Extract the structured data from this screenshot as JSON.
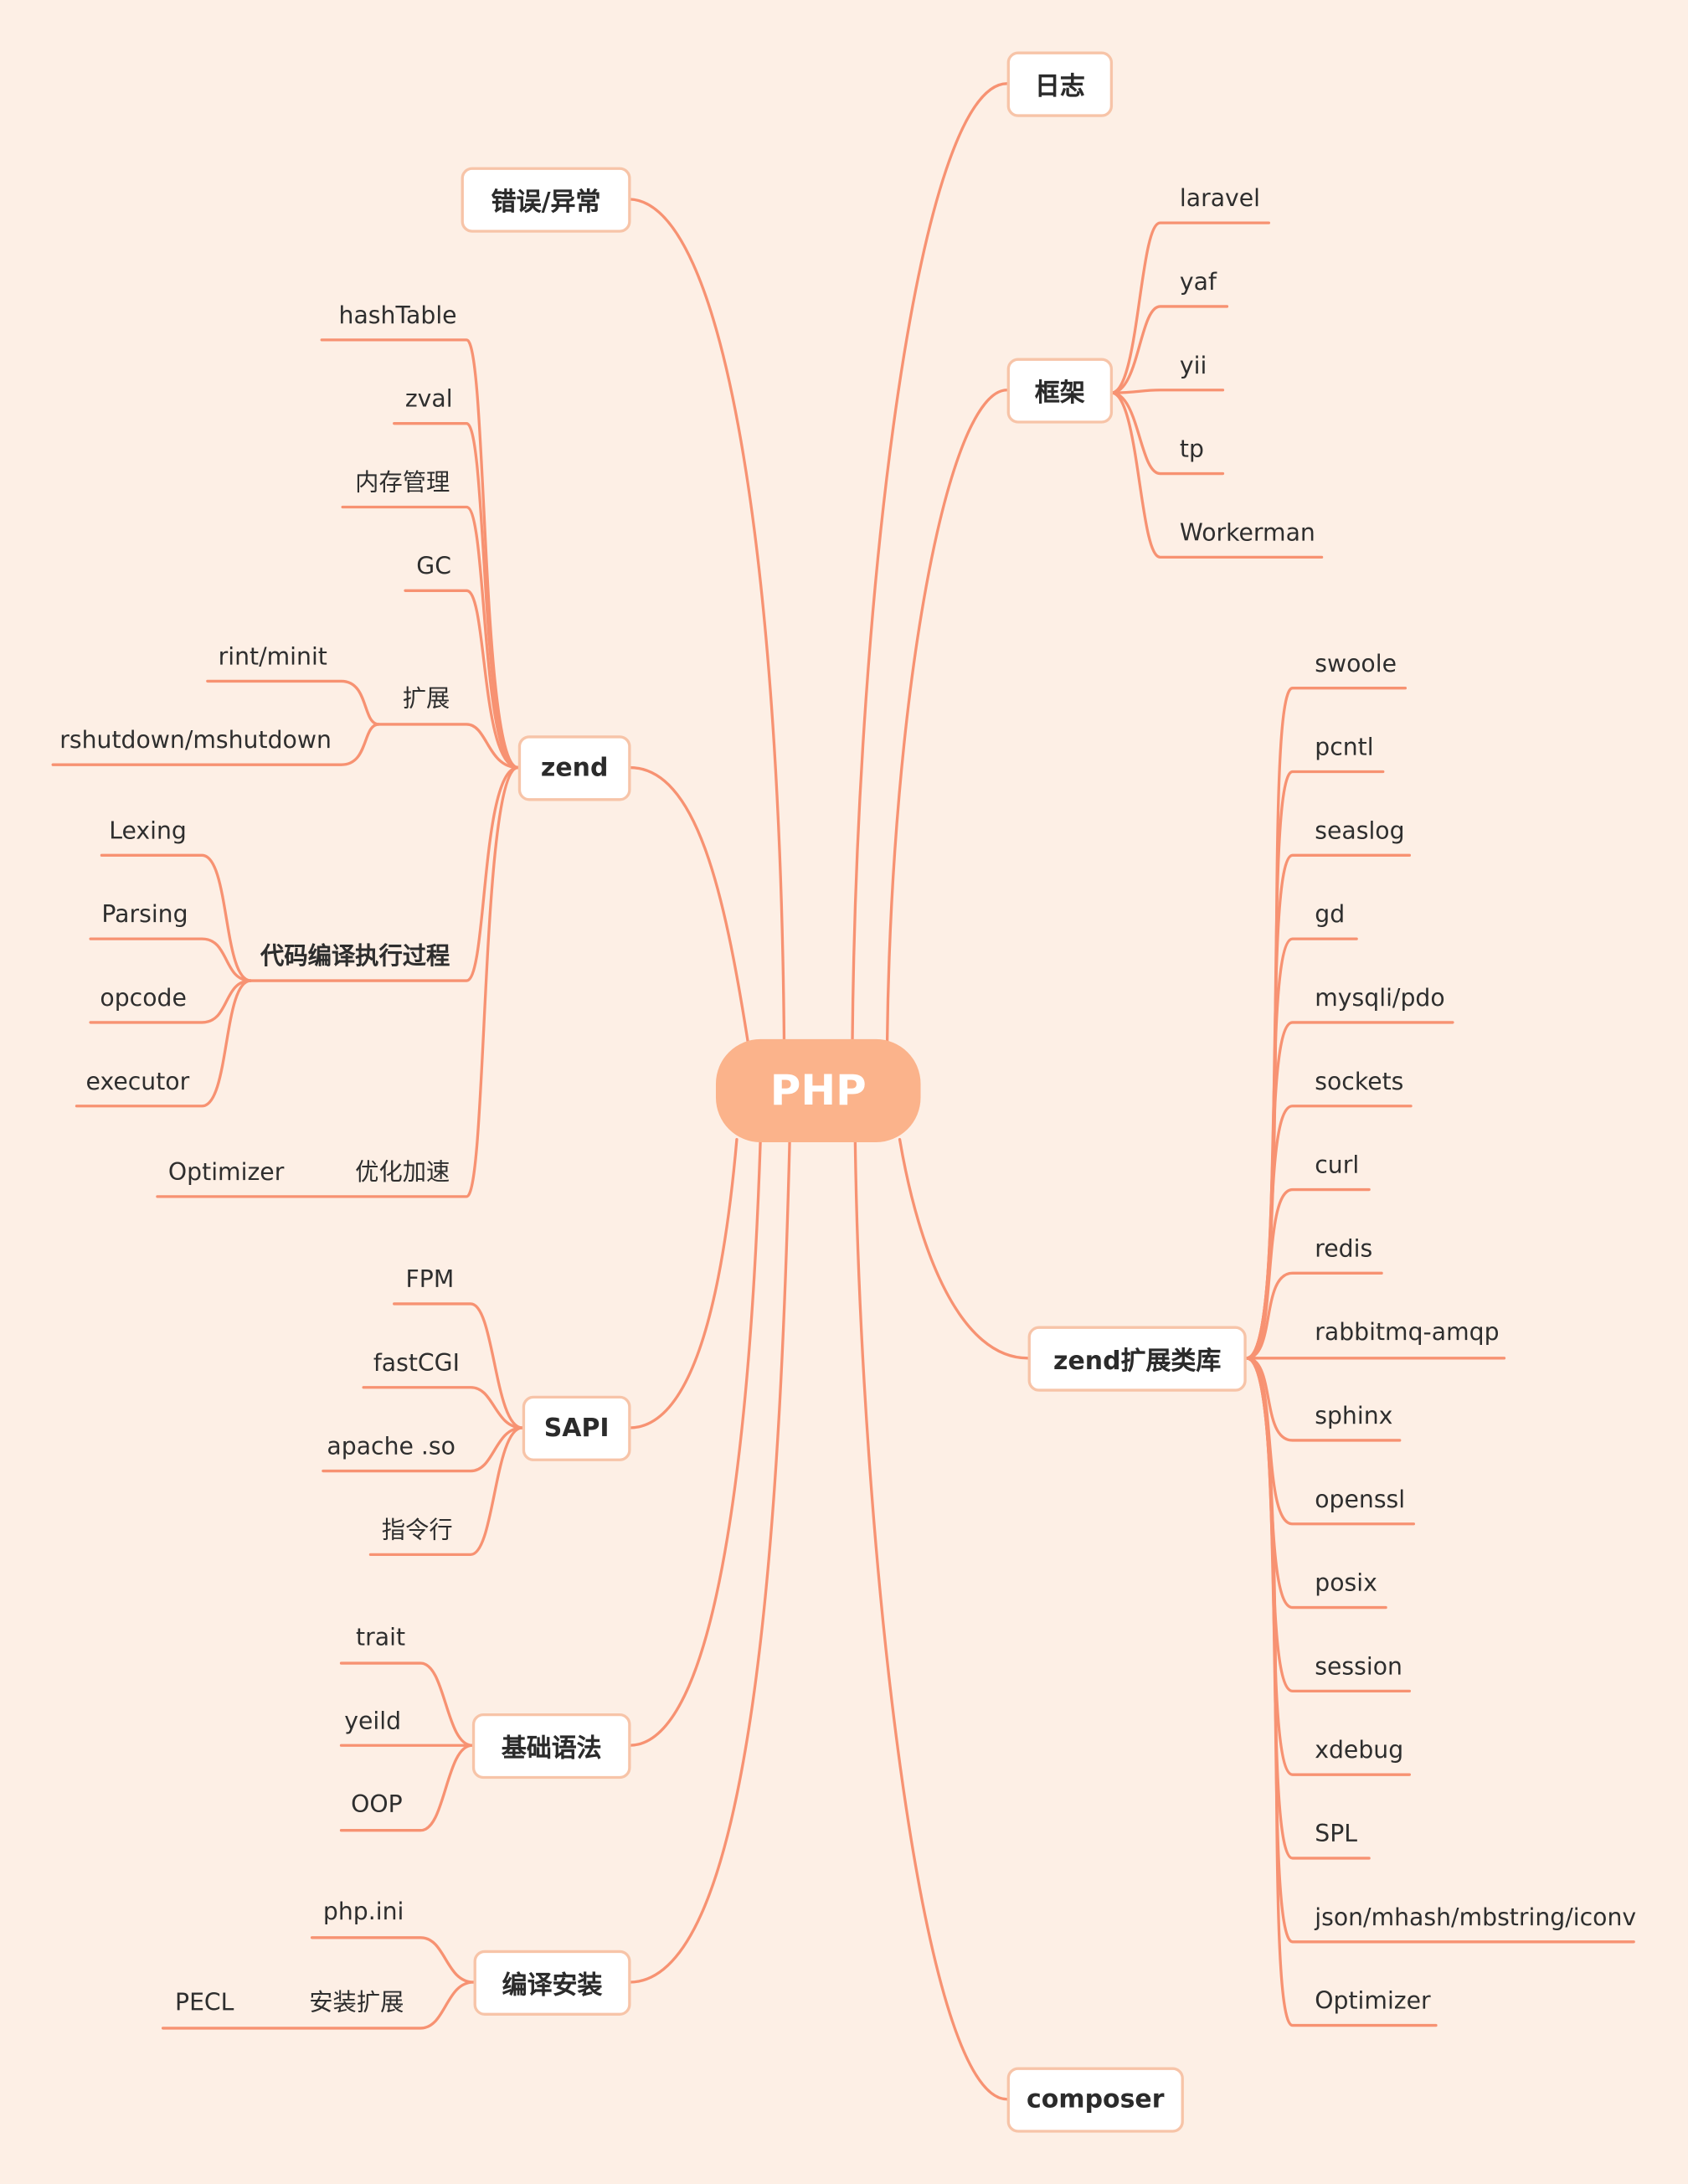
{
  "root": "PHP",
  "branches": {
    "rizhi": "日志",
    "cuowu": "错误/异常",
    "kuangjia": {
      "label": "框架",
      "items": [
        "laravel",
        "yaf",
        "yii",
        "tp",
        "Workerman"
      ]
    },
    "zend": {
      "label": "zend",
      "items": [
        "hashTable",
        "zval",
        "内存管理",
        "GC"
      ],
      "kuozhan": {
        "label": "扩展",
        "items": [
          "rint/minit",
          "rshutdown/mshutdown"
        ]
      },
      "daima": {
        "label": "代码编译执行过程",
        "items": [
          "Lexing",
          "Parsing",
          "opcode",
          "executor"
        ]
      },
      "youhua": {
        "label": "优化加速",
        "items": [
          "Optimizer"
        ]
      }
    },
    "sapi": {
      "label": "SAPI",
      "items": [
        "FPM",
        "fastCGI",
        "apache .so",
        "指令行"
      ]
    },
    "jichu": {
      "label": "基础语法",
      "items": [
        "trait",
        "yeild",
        "OOP"
      ]
    },
    "bianyi": {
      "label": "编译安装",
      "items": [
        "php.ini"
      ],
      "kuozhan": {
        "label": "安装扩展",
        "items": [
          "PECL"
        ]
      }
    },
    "zendlib": {
      "label": "zend扩展类库",
      "items": [
        "swoole",
        "pcntl",
        "seaslog",
        "gd",
        "mysqli/pdo",
        "sockets",
        "curl",
        "redis",
        "rabbitmq-amqp",
        "sphinx",
        "openssl",
        "posix",
        "session",
        "xdebug",
        "SPL",
        "json/mhash/mbstring/iconv",
        "Optimizer"
      ]
    },
    "composer": "composer"
  },
  "colors": {
    "line": "#f79272",
    "background": "#fdefe5",
    "root": "#fbb38b",
    "box_border": "#f7c4a8"
  }
}
